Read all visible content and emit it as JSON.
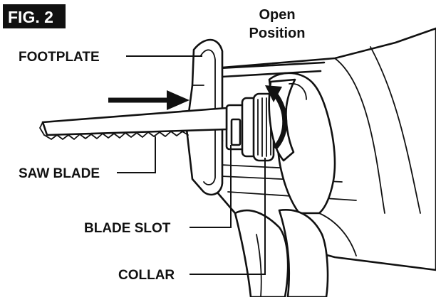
{
  "figure": {
    "fig_label": "FIG. 2",
    "state_caption_line1": "Open",
    "state_caption_line2": "Position",
    "callouts": {
      "footplate": "FOOTPLATE",
      "saw_blade": "SAW BLADE",
      "blade_slot": "BLADE SLOT",
      "collar": "COLLAR"
    },
    "colors": {
      "ink": "#111111",
      "paper": "#ffffff"
    },
    "icons": [
      "insert-arrow-icon",
      "rotate-arrow-icon"
    ]
  }
}
